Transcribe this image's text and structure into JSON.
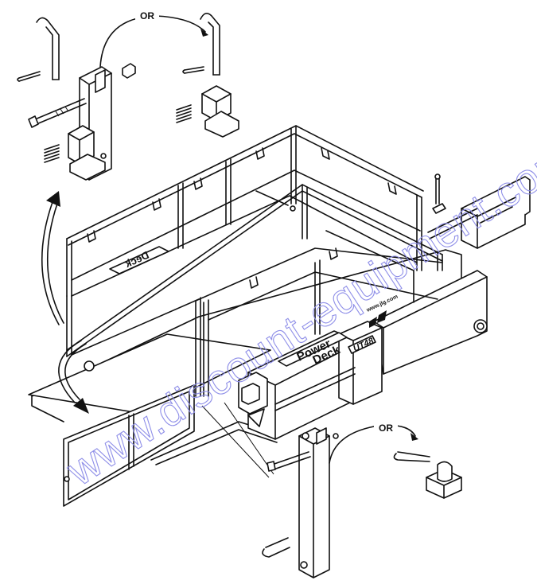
{
  "callouts": {
    "or_top": "OR",
    "or_bottom": "OR"
  },
  "decals": {
    "deck_platform": "Deck",
    "power_word": "Power",
    "deck_word": "Deck",
    "model": "UT48",
    "website": "www.jlg.com"
  },
  "watermark": {
    "text": "www.discount-equipment.com",
    "color": "#8f8fe8"
  },
  "colors": {
    "line": "#111111",
    "shade": "#9a9a9a"
  }
}
